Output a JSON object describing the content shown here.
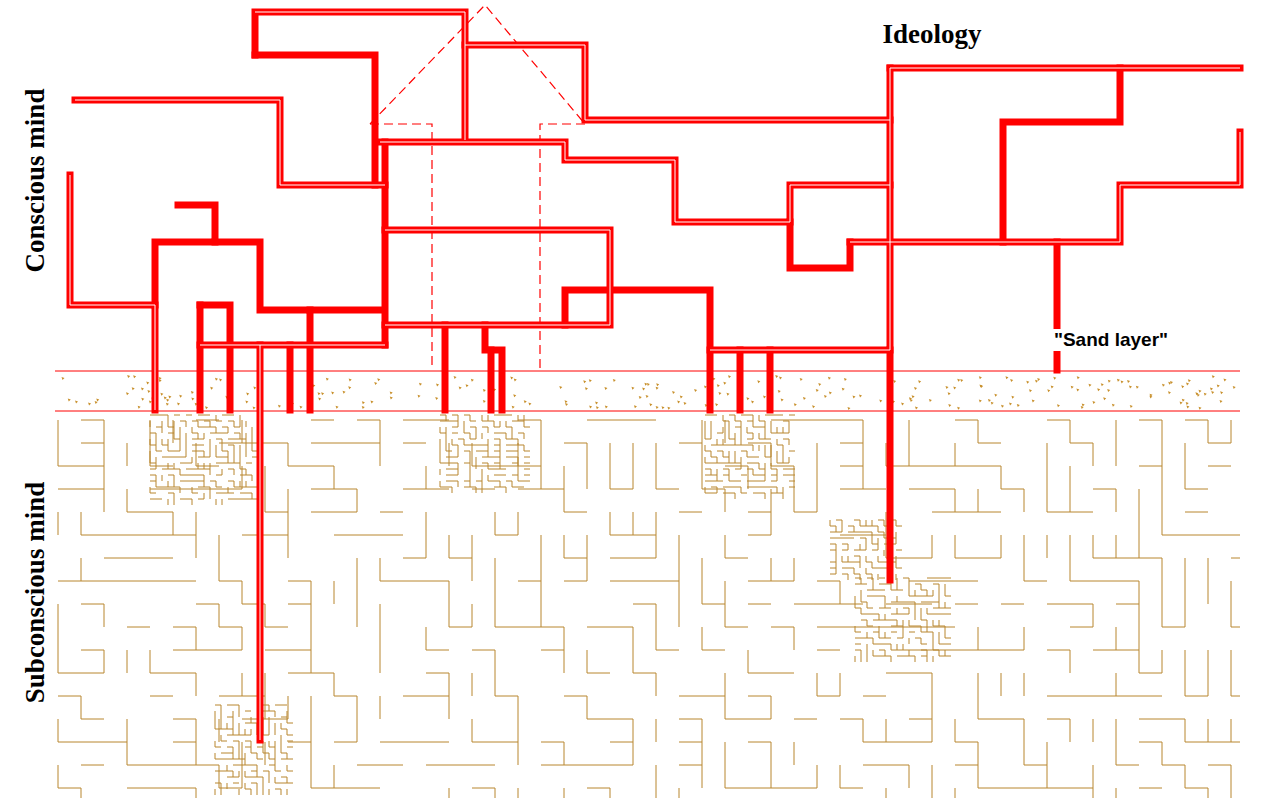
{
  "diagram": {
    "labels": [
      "Ideology",
      "Conscious mind",
      "\"Sand layer\"",
      "Subconscious mind"
    ]
  }
}
